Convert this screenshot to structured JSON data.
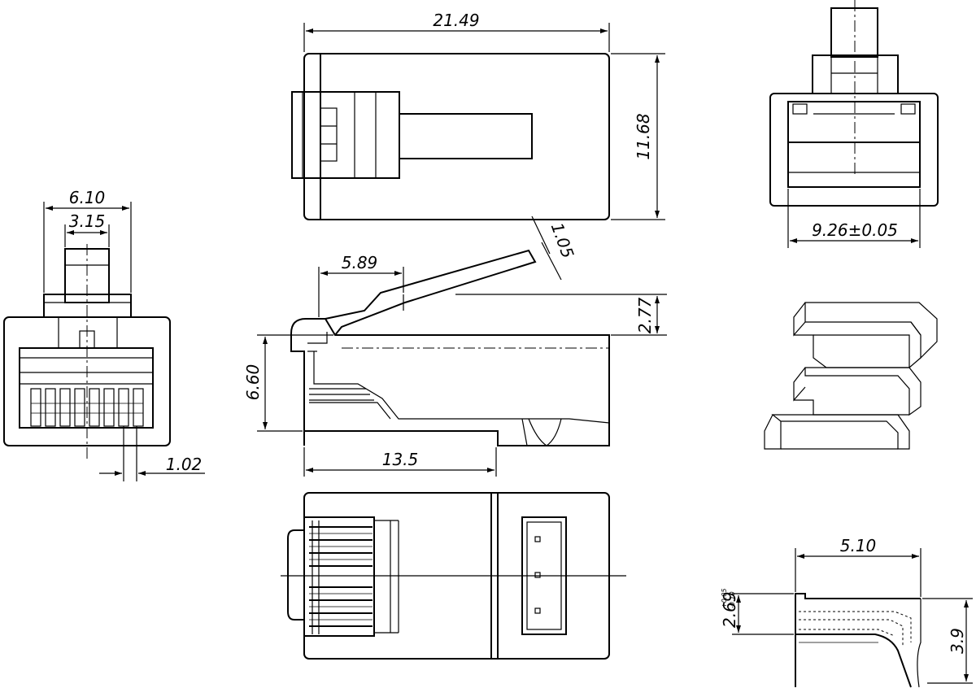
{
  "dimensions": {
    "top_length": "21.49",
    "top_height": "11.68",
    "rear_width": "9.26±0.05",
    "front_width": "6.10",
    "front_inner": "3.15",
    "pin_pitch": "1.02",
    "latch_offset": "5.89",
    "latch_thickness": "1.05",
    "latch_height": "2.77",
    "side_height": "6.60",
    "side_length": "13.5",
    "detail_width": "5.10",
    "detail_height_main": "2.69",
    "detail_tol_upper": "+0.05",
    "detail_tol_lower": "-0.10",
    "detail_height_total": "3.9"
  }
}
